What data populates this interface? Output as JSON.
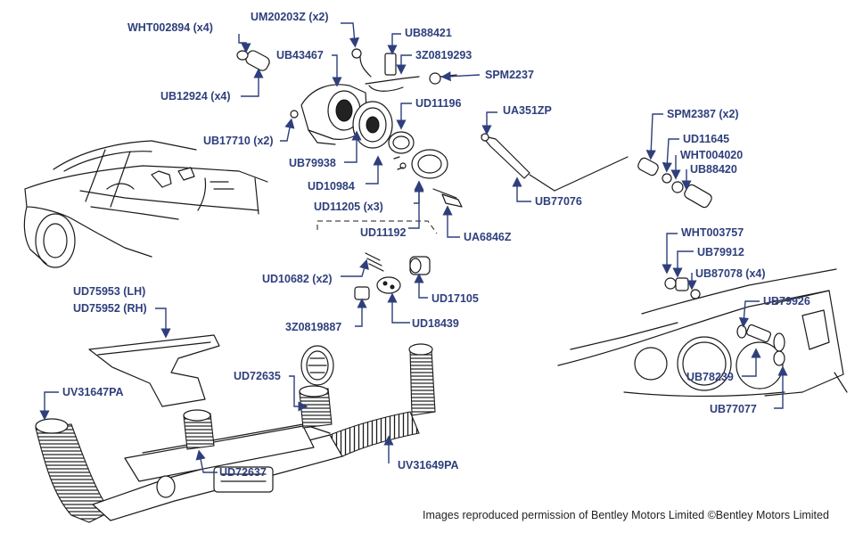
{
  "labels": {
    "wht002894": "WHT002894 (x4)",
    "um20203z": "UM20203Z (x2)",
    "ub88421": "UB88421",
    "ub43467": "UB43467",
    "z30819293": "3Z0819293",
    "spm2237": "SPM2237",
    "ub12924": "UB12924 (x4)",
    "ud11196": "UD11196",
    "ua351zp": "UA351ZP",
    "ub17710": "UB17710 (x2)",
    "spm2387": "SPM2387 (x2)",
    "ud11645": "UD11645",
    "wht004020": "WHT004020",
    "ub88420": "UB88420",
    "ub79938": "UB79938",
    "ud10984": "UD10984",
    "ud11205": "UD11205 (x3)",
    "ub77076": "UB77076",
    "ud11192": "UD11192",
    "ua6846z": "UA6846Z",
    "wht003757": "WHT003757",
    "ub79912": "UB79912",
    "ub87078": "UB87078 (x4)",
    "ud10682": "UD10682 (x2)",
    "ud17105": "UD17105",
    "ub79926": "UB79926",
    "ud75953": "UD75953 (LH)",
    "ud75952": "UD75952 (RH)",
    "z30819887": "3Z0819887",
    "ud18439": "UD18439",
    "uv31647pa": "UV31647PA",
    "ud72635": "UD72635",
    "ub78239": "UB78239",
    "ub77077": "UB77077",
    "ud72637": "UD72637",
    "uv31649pa": "UV31649PA"
  },
  "credit": "Images reproduced permission of Bentley Motors Limited ©Bentley Motors Limited",
  "colors": {
    "label": "#2e3f7c",
    "ink": "#1a1a1a",
    "background": "#ffffff"
  }
}
